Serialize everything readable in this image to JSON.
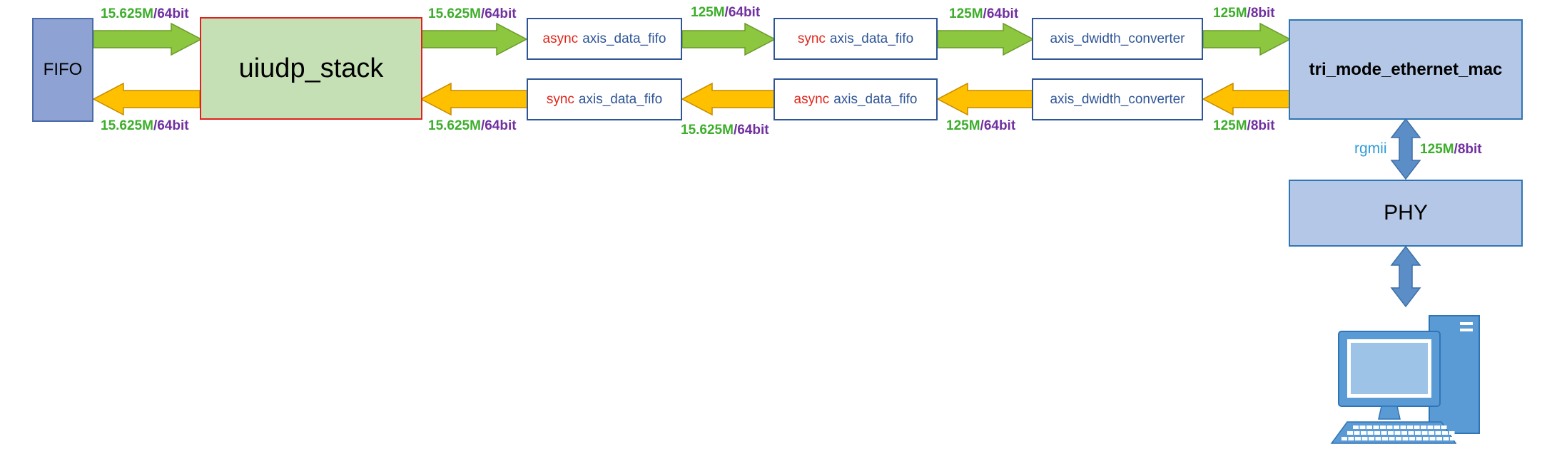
{
  "colors": {
    "forward_arrow": "#8dc63f",
    "reverse_arrow": "#ffc000",
    "link_arrow": "#5b8ec7",
    "rate_text": "#3dae2b",
    "width_text": "#7030a0",
    "keyword_text": "#e0261c",
    "interface_text": "#2f9bd6"
  },
  "blocks": {
    "fifo": "FIFO",
    "stack": "uiudp_stack",
    "mac": "tri_mode_ethernet_mac",
    "phy": "PHY",
    "tx_fifo_async": {
      "kw": "async",
      "name": "axis_data_fifo"
    },
    "tx_fifo_sync": {
      "kw": "sync",
      "name": "axis_data_fifo"
    },
    "tx_dwidth": "axis_dwidth_converter",
    "rx_fifo_sync": {
      "kw": "sync",
      "name": "axis_data_fifo"
    },
    "rx_fifo_async": {
      "kw": "async",
      "name": "axis_data_fifo"
    },
    "rx_dwidth": "axis_dwidth_converter"
  },
  "labels": {
    "tx1": {
      "rate": "15.625M",
      "width": "64bit"
    },
    "tx2": {
      "rate": "15.625M",
      "width": "64bit"
    },
    "tx3": {
      "rate": "125M",
      "width": "64bit"
    },
    "tx4": {
      "rate": "125M",
      "width": "64bit"
    },
    "tx5": {
      "rate": "125M",
      "width": "8bit"
    },
    "rx1": {
      "rate": "15.625M",
      "width": "64bit"
    },
    "rx2": {
      "rate": "15.625M",
      "width": "64bit"
    },
    "rx3": {
      "rate": "15.625M",
      "width": "64bit"
    },
    "rx4": {
      "rate": "125M",
      "width": "64bit"
    },
    "rx5": {
      "rate": "125M",
      "width": "8bit"
    },
    "mac_phy": {
      "rate": "125M",
      "width": "8bit"
    },
    "separator": "/",
    "interface": "rgmii"
  },
  "icons": {
    "computer": "desktop-computer-icon"
  }
}
